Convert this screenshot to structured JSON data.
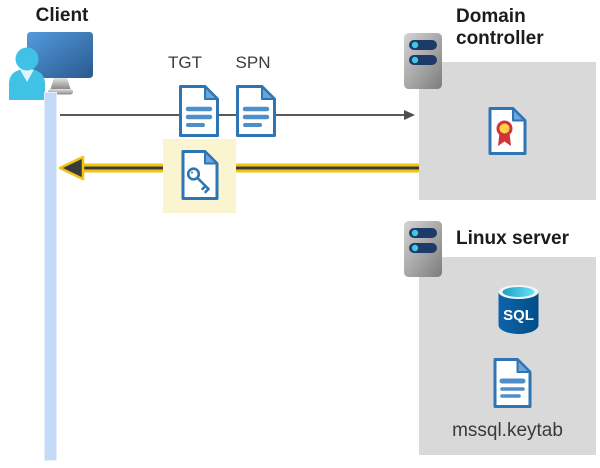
{
  "diagram": {
    "client": {
      "label": "Client"
    },
    "tickets": {
      "tgt_label": "TGT",
      "spn_label": "SPN"
    },
    "domain_controller": {
      "label": "Domain controller"
    },
    "linux_server": {
      "label": "Linux server",
      "sql_label": "SQL",
      "keytab_label": "mssql.keytab"
    }
  },
  "colors": {
    "doc_border_blue": "#2e75b6",
    "doc_line_blue": "#4e8ecb",
    "fold_blue": "#6ba5d9",
    "lifeline_blue": "#c4daf6",
    "person_cyan": "#3fc2e5",
    "monitor_blue_light": "#4d94d6",
    "monitor_blue_dark": "#2c5f9e",
    "server_bar_navy": "#1e3a66",
    "server_dot_cyan": "#41c8e8",
    "box_gray": "#d9d9d9",
    "highlight_yellow": "#fbf4d0",
    "arrow_yellow": "#f0c314",
    "arrow_dark": "#3b3b3b",
    "request_arrow_gray": "#595959",
    "sql_blue": "#0a5aa4",
    "sql_top_cyan": "#45cbe8",
    "cert_red": "#d13438",
    "cert_yellow": "#ffd24a",
    "heading_text": "#1c1c1c",
    "body_text": "#3a3a3a"
  }
}
